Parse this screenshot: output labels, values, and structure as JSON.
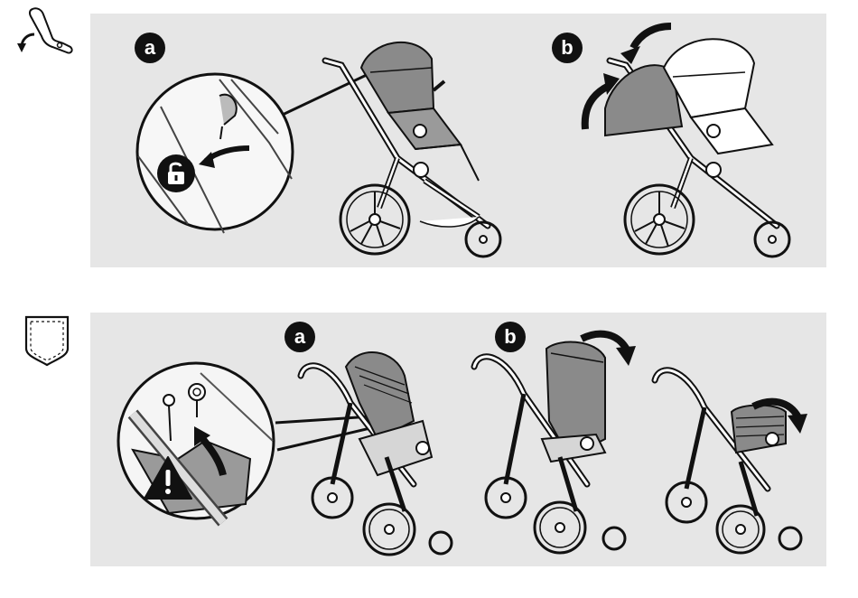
{
  "side_icons": [
    {
      "name": "recline-handle-icon"
    },
    {
      "name": "pocket-icon"
    }
  ],
  "sections": [
    {
      "steps": [
        {
          "label": "a"
        },
        {
          "label": "b"
        }
      ],
      "icons": [
        "unlock-icon",
        "rotate-arrow-icon",
        "curved-arrow-icon"
      ]
    },
    {
      "steps": [
        {
          "label": "a"
        },
        {
          "label": "b"
        }
      ],
      "icons": [
        "warning-icon",
        "pacifier-icon",
        "curved-arrow-icon"
      ]
    }
  ],
  "colors": {
    "panel": "#e6e6e6",
    "ink": "#111111",
    "seat_gray": "#8a8a8a"
  }
}
